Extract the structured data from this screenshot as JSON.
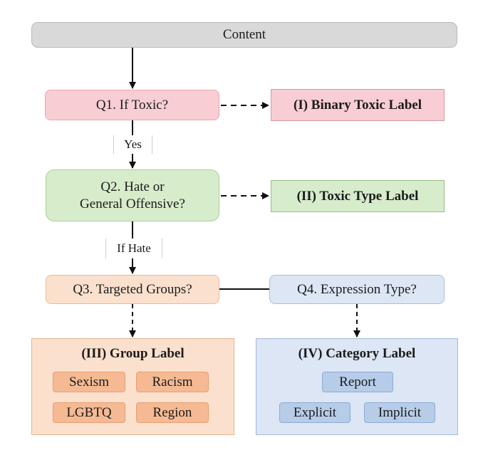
{
  "content": "Content",
  "q1": "Q1. If Toxic?",
  "label1": "(I) Binary Toxic Label",
  "edge_yes": "Yes",
  "q2_line1": "Q2. Hate or",
  "q2_line2": "General Offensive?",
  "label2": "(II) Toxic Type Label",
  "edge_if_hate": "If Hate",
  "q3": "Q3. Targeted Groups?",
  "q4": "Q4. Expression Type?",
  "group_panel": {
    "title": "(III) Group Label",
    "chips": [
      "Sexism",
      "Racism",
      "LGBTQ",
      "Region"
    ]
  },
  "category_panel": {
    "title": "(IV) Category Label",
    "chips": [
      "Report",
      "Explicit",
      "Implicit"
    ]
  },
  "colors": {
    "content": "#d9d9d9",
    "q1": "#f8cdd4",
    "q2": "#d6eccb",
    "q3": "#fbe0cd",
    "q4": "#dce6f4",
    "group_chip": "#f5ba94",
    "category_chip": "#b6cce8"
  }
}
